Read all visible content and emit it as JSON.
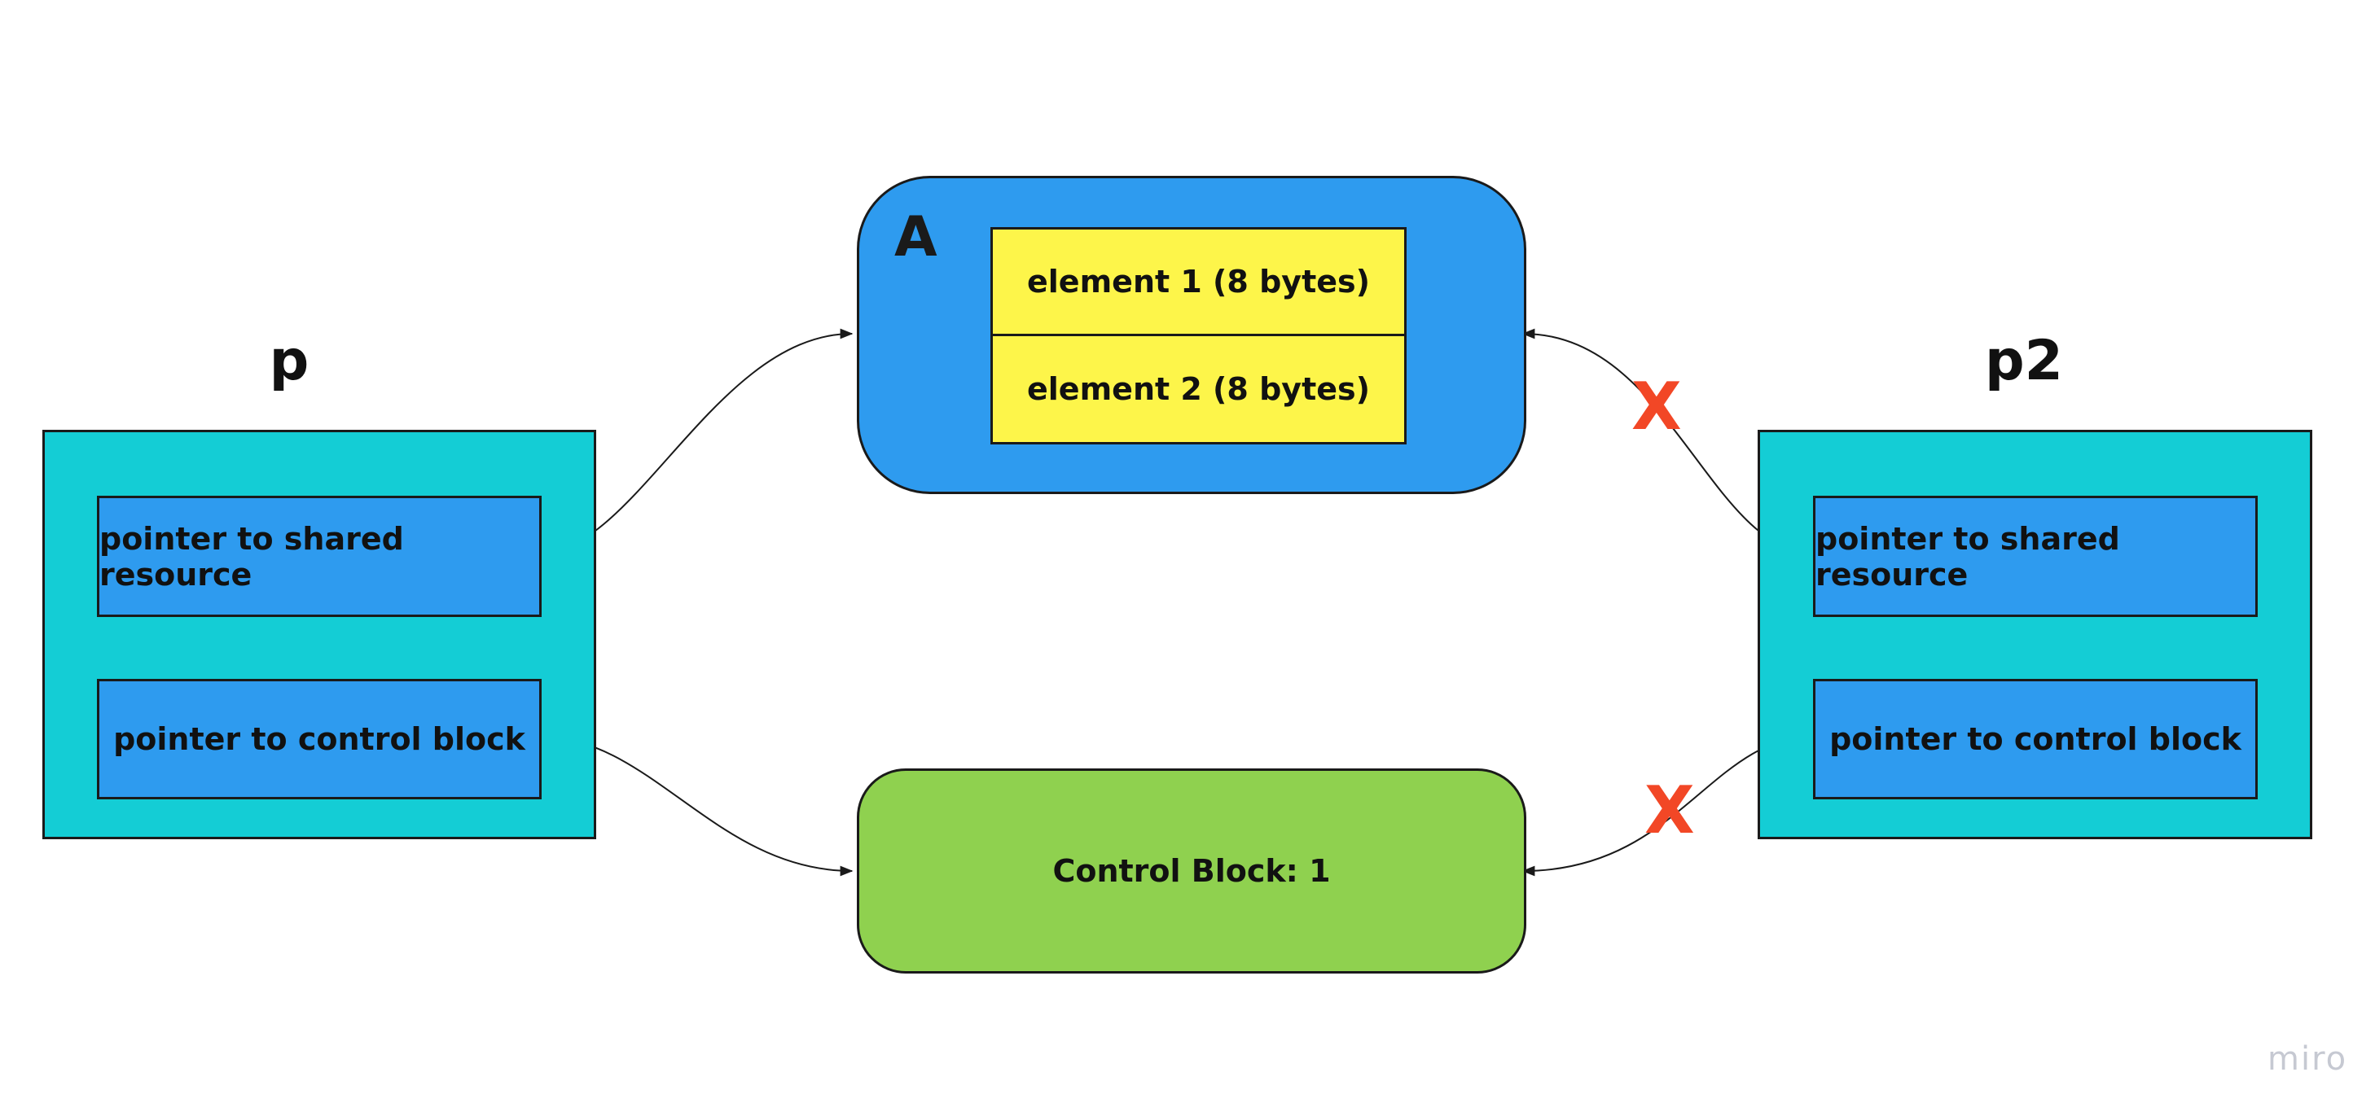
{
  "pointer_p": {
    "label": "p",
    "shared_resource": "pointer to shared resource",
    "control_block": "pointer to control block"
  },
  "pointer_p2": {
    "label": "p2",
    "shared_resource": "pointer to shared resource",
    "control_block": "pointer to control block"
  },
  "resource": {
    "label": "A",
    "elements": [
      "element 1 (8 bytes)",
      "element 2 (8 bytes)"
    ]
  },
  "control_block": {
    "label": "Control Block: 1"
  },
  "broken_marks": [
    "X",
    "X"
  ],
  "watermark": "miro",
  "colors": {
    "pointer_outer": "#14cdd5",
    "pointer_inner": "#2e9bef",
    "resource": "#2e9bef",
    "element": "#fdf54a",
    "control_block": "#8fd14f",
    "broken_mark": "#f24726"
  }
}
